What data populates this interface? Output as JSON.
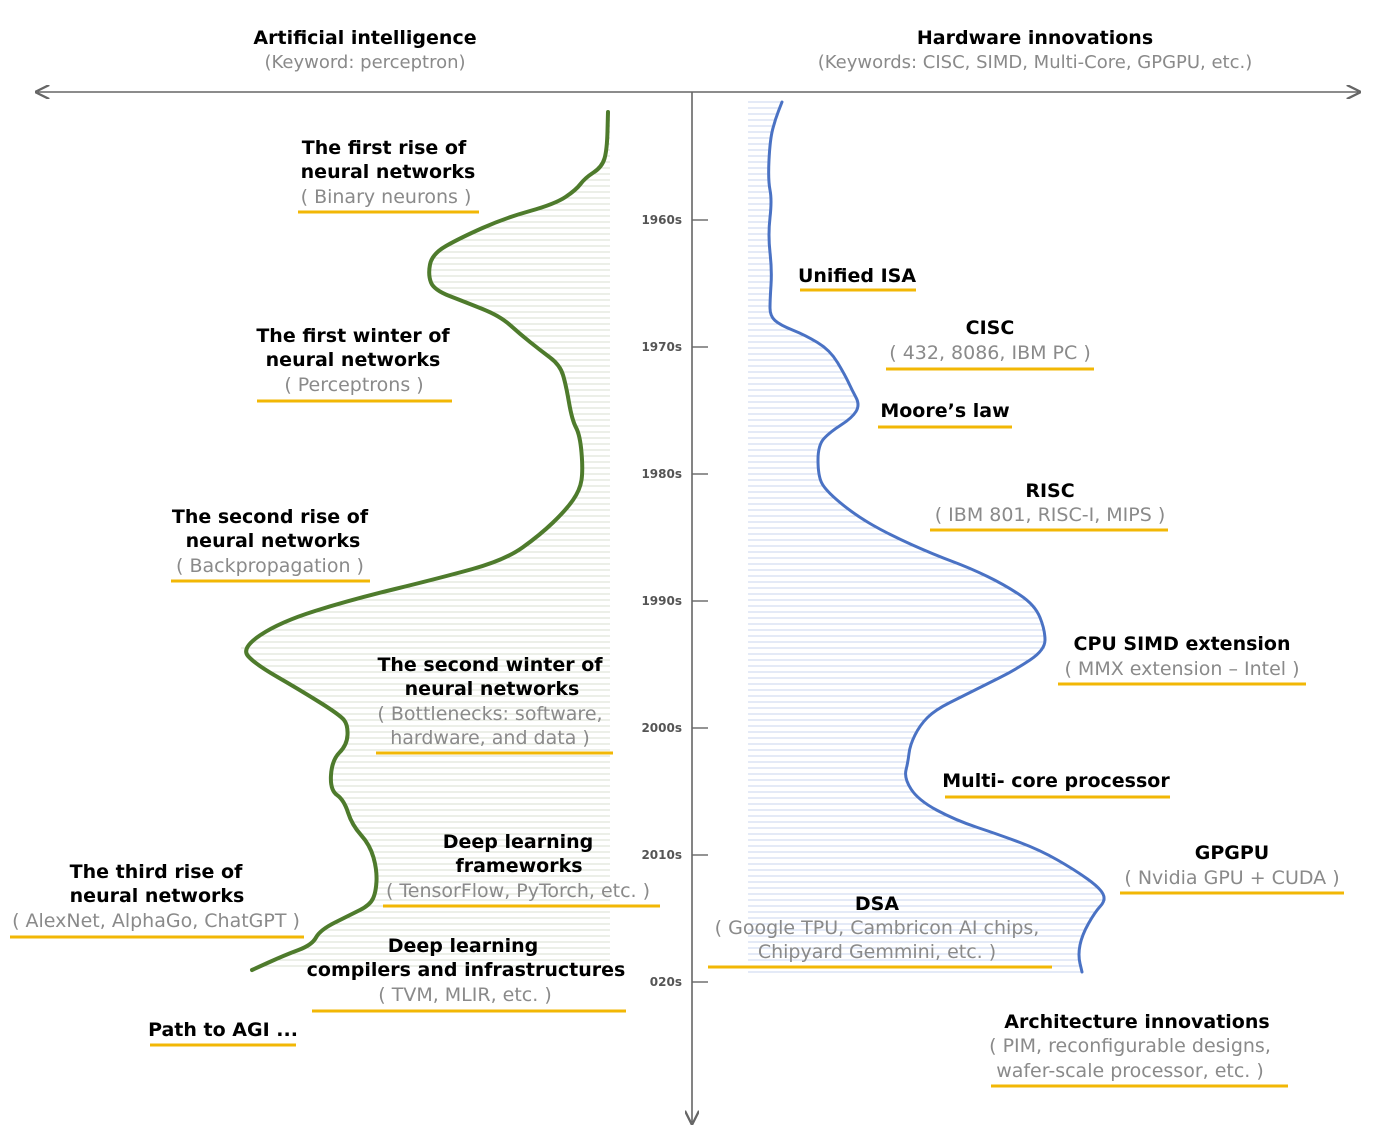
{
  "header": {
    "left_title": "Artificial intelligence",
    "left_subtitle": "(Keyword: perceptron)",
    "right_title": "Hardware innovations",
    "right_subtitle": "(Keywords: CISC, SIMD, Multi-Core, GPGPU, etc.)"
  },
  "timeline": {
    "ticks": [
      "1960s",
      "1970s",
      "1980s",
      "1990s",
      "2000s",
      "2010s",
      "020s"
    ]
  },
  "colors": {
    "ai_curve": "#4e7b2c",
    "hw_curve": "#4a72c4",
    "axis": "#666666",
    "underline": "#f2b705",
    "subtitle_text": "#8a8a8a"
  },
  "ai_labels": [
    {
      "id": "first-rise",
      "title_lines": [
        "The first rise of",
        "neural networks"
      ],
      "sub_lines": [
        "( Binary neurons )"
      ]
    },
    {
      "id": "first-winter",
      "title_lines": [
        "The first winter of",
        "neural networks"
      ],
      "sub_lines": [
        "( Perceptrons )"
      ]
    },
    {
      "id": "second-rise",
      "title_lines": [
        "The second rise of",
        "neural networks"
      ],
      "sub_lines": [
        "( Backpropagation )"
      ]
    },
    {
      "id": "second-winter",
      "title_lines": [
        "The second winter of",
        "neural networks"
      ],
      "sub_lines": [
        "( Bottlenecks: software,",
        "hardware, and data )"
      ]
    },
    {
      "id": "dl-frameworks",
      "title_lines": [
        "Deep learning",
        "frameworks"
      ],
      "sub_lines": [
        "( TensorFlow, PyTorch, etc. )"
      ]
    },
    {
      "id": "third-rise",
      "title_lines": [
        "The third rise of",
        "neural networks"
      ],
      "sub_lines": [
        "( AlexNet, AlphaGo, ChatGPT )"
      ]
    },
    {
      "id": "dl-compilers",
      "title_lines": [
        "Deep learning",
        "compilers and infrastructures"
      ],
      "sub_lines": [
        "( TVM, MLIR, etc. )"
      ]
    },
    {
      "id": "path-agi",
      "title_lines": [
        "Path to AGI ..."
      ],
      "sub_lines": []
    }
  ],
  "hw_labels": [
    {
      "id": "unified-isa",
      "title_lines": [
        "Unified ISA"
      ],
      "sub_lines": []
    },
    {
      "id": "cisc",
      "title_lines": [
        "CISC"
      ],
      "sub_lines": [
        "( 432, 8086, IBM PC )"
      ]
    },
    {
      "id": "moores-law",
      "title_lines": [
        "Moore’s law"
      ],
      "sub_lines": []
    },
    {
      "id": "risc",
      "title_lines": [
        "RISC"
      ],
      "sub_lines": [
        "( IBM 801, RISC-I, MIPS )"
      ]
    },
    {
      "id": "cpu-simd",
      "title_lines": [
        "CPU SIMD extension"
      ],
      "sub_lines": [
        "( MMX extension – Intel )"
      ]
    },
    {
      "id": "multi-core",
      "title_lines": [
        "Multi- core processor"
      ],
      "sub_lines": []
    },
    {
      "id": "gpgpu",
      "title_lines": [
        "GPGPU"
      ],
      "sub_lines": [
        "( Nvidia GPU + CUDA )"
      ]
    },
    {
      "id": "dsa",
      "title_lines": [
        "DSA"
      ],
      "sub_lines": [
        "( Google TPU, Cambricon AI chips,",
        "Chipyard Gemmini, etc. )"
      ]
    },
    {
      "id": "arch-innov",
      "title_lines": [
        "Architecture innovations"
      ],
      "sub_lines": [
        "( PIM, reconfigurable designs,",
        "wafer-scale processor, etc. )"
      ]
    }
  ]
}
